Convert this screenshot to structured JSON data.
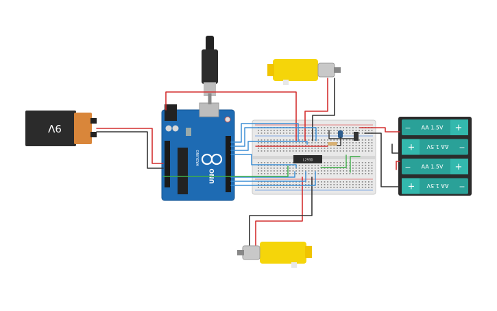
{
  "battery9v": {
    "label": "9V",
    "icon": "battery-9v-icon"
  },
  "arduino": {
    "model": "UNO",
    "brand": "ARDUINO",
    "icon": "arduino-uno-icon",
    "brand_color": "#1e5f9e"
  },
  "driver_ic": {
    "label": "L293D"
  },
  "aa_pack": {
    "cells": [
      {
        "label": "AA 1.5V",
        "orientation": "normal"
      },
      {
        "label": "AA 1.5V",
        "orientation": "flipped"
      },
      {
        "label": "AA 1.5V",
        "orientation": "normal"
      },
      {
        "label": "AA 1.5V",
        "orientation": "flipped"
      }
    ],
    "plus": "+",
    "minus": "−",
    "cell_color": "#2aa198"
  },
  "motors": [
    {
      "name": "top-motor",
      "icon": "dc-motor-icon",
      "color": "#f5d50a"
    },
    {
      "name": "bottom-motor",
      "icon": "dc-motor-icon",
      "color": "#f5d50a"
    }
  ],
  "colors": {
    "wire_red": "#d32f2f",
    "wire_black": "#333333",
    "wire_blue": "#3d8fd6",
    "wire_green": "#3fae49"
  }
}
